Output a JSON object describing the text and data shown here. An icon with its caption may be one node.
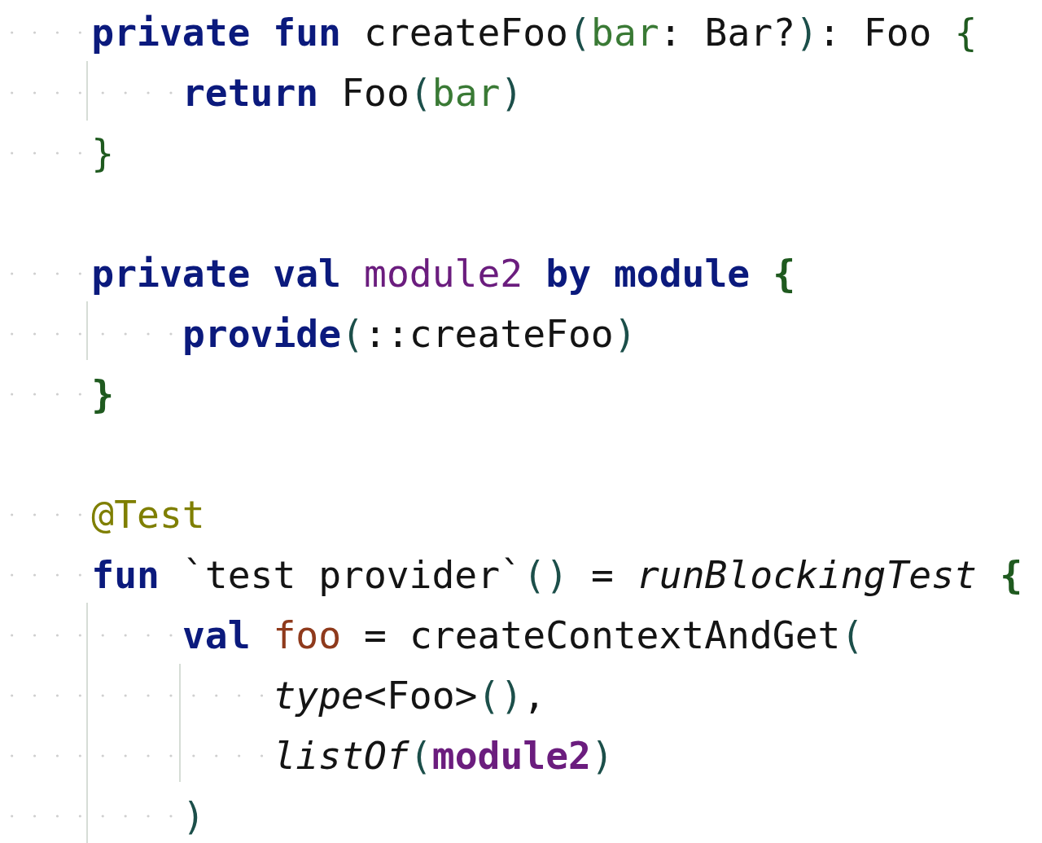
{
  "diagram": {
    "labels": [
      "private fun",
      "createFoo",
      "(",
      "bar",
      ": Bar?",
      ")",
      ": Foo",
      "{",
      "return",
      "Foo",
      "(",
      "bar",
      ")",
      "}",
      "private val",
      "module2",
      "by module",
      "{",
      "provide",
      "(",
      "::createFoo",
      ")",
      "}",
      "@Test",
      "fun",
      "`test provider`",
      "()",
      "=",
      "runBlockingTest",
      "{",
      "val",
      "foo",
      "=",
      "createContextAndGet",
      "(",
      "type",
      "<Foo>",
      "()",
      ",",
      "listOf",
      "(",
      "module2",
      ")",
      ")"
    ]
  }
}
